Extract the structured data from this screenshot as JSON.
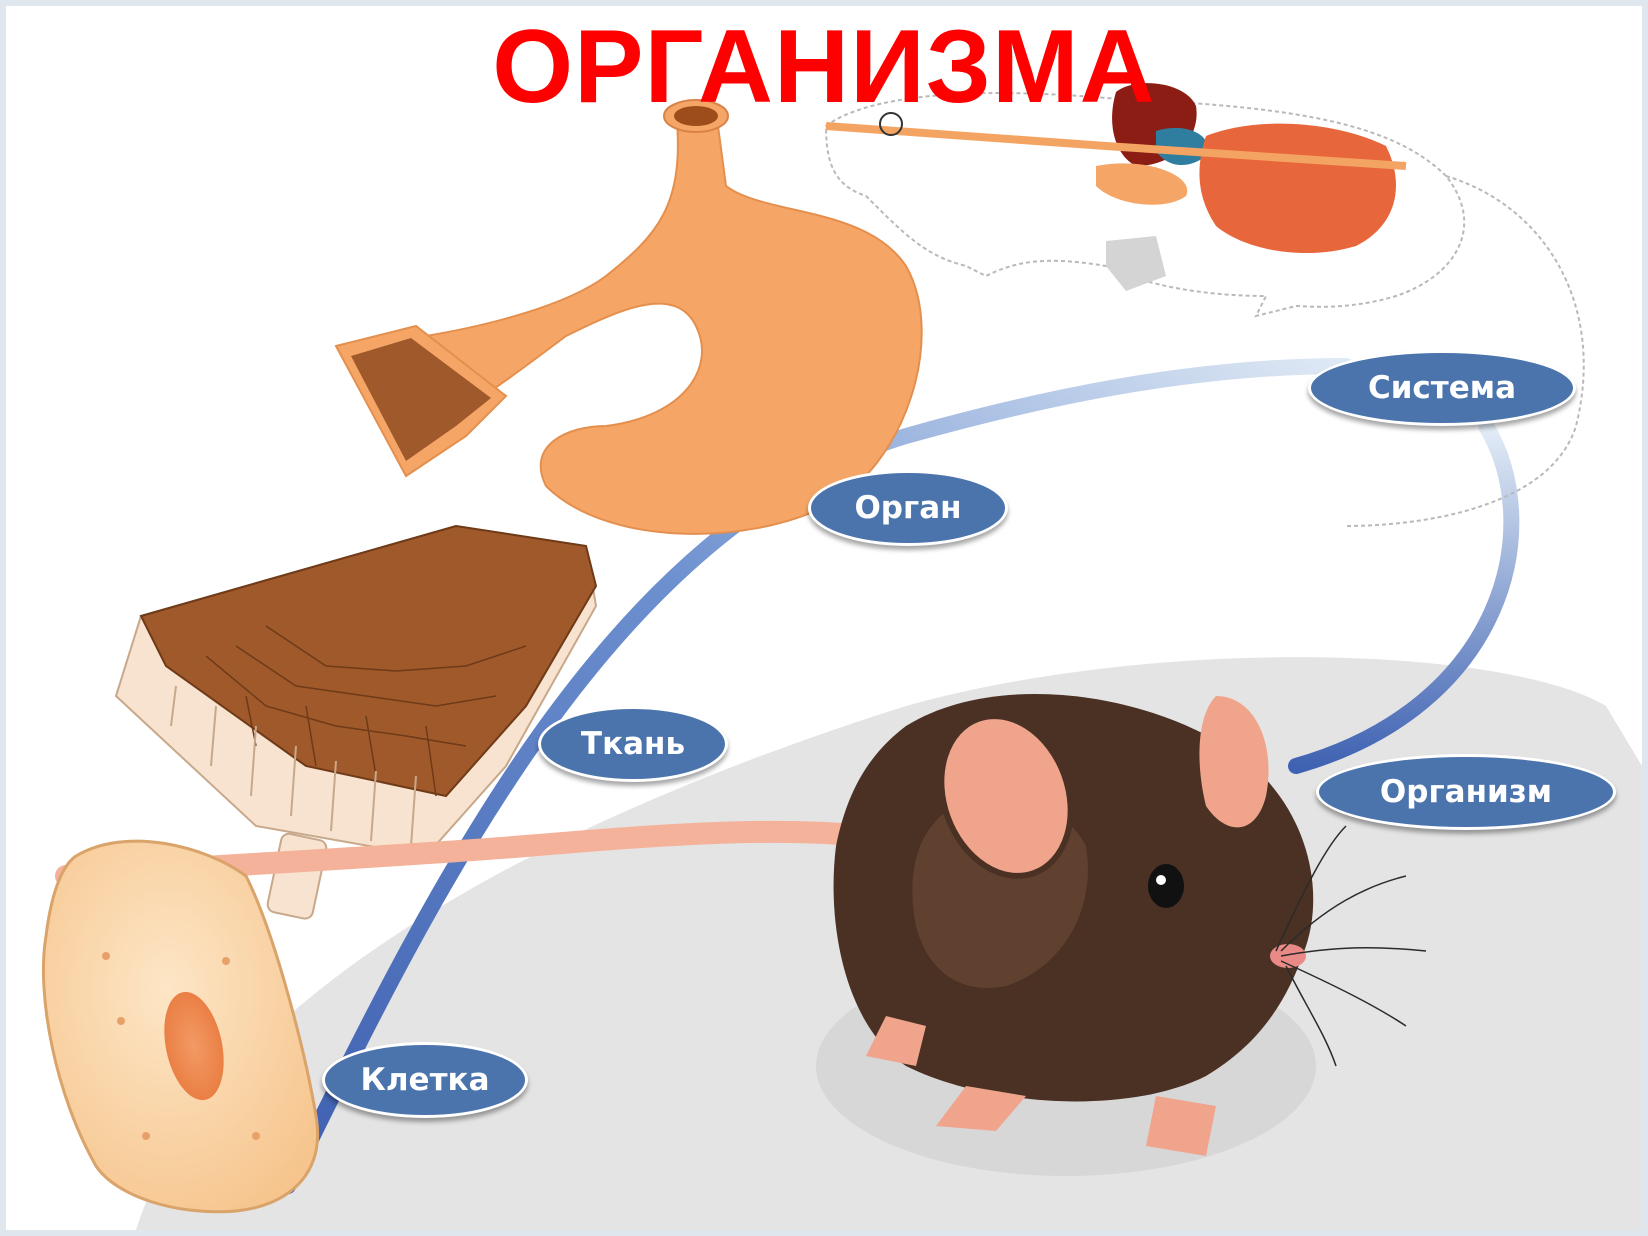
{
  "title": "ОРГАНИЗМА",
  "levels": [
    {
      "key": "cell",
      "label": "Клетка"
    },
    {
      "key": "tissue",
      "label": "Ткань"
    },
    {
      "key": "organ",
      "label": "Орган"
    },
    {
      "key": "system",
      "label": "Система"
    },
    {
      "key": "organism",
      "label": "Организм"
    }
  ],
  "colors": {
    "title": "#ff0000",
    "label_fill": "#4b74ad",
    "arrow": "#4a6fb8",
    "stomach": "#f5a667",
    "tissue": "#a0592a",
    "cell": "#fbd4a4",
    "mouse_fur": "#4a3124",
    "mouse_pink": "#f0a48c"
  }
}
